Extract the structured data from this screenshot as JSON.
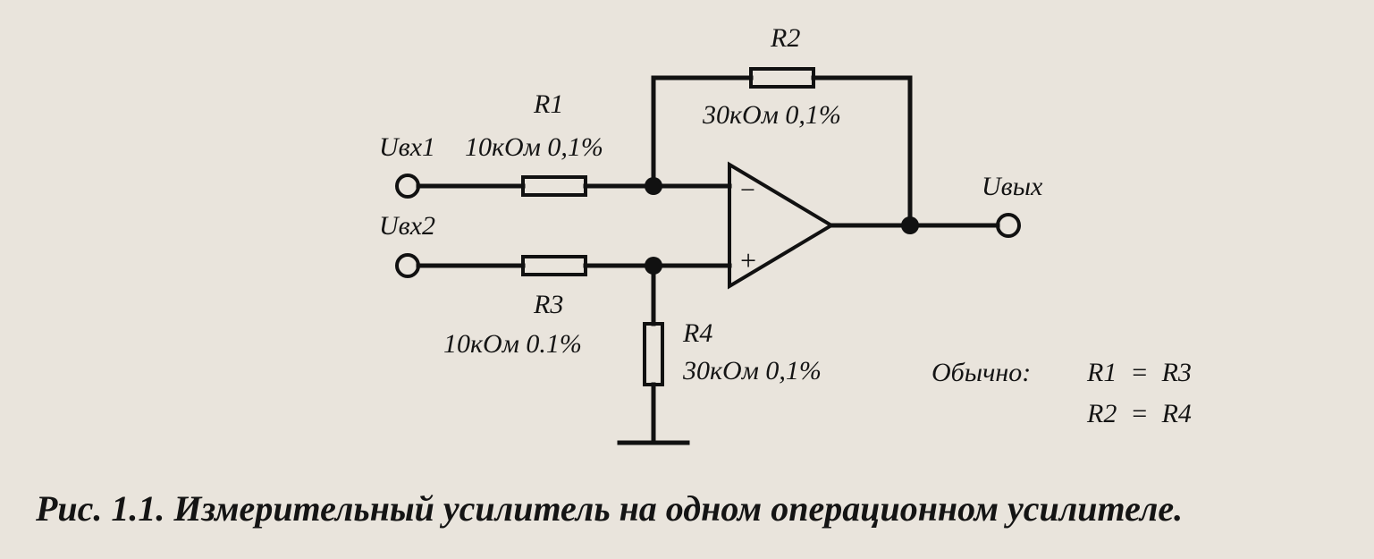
{
  "schematic": {
    "R1": {
      "name": "R1",
      "value": "10кОм 0,1%"
    },
    "R2": {
      "name": "R2",
      "value": "30кОм 0,1%"
    },
    "R3": {
      "name": "R3",
      "value": "10кОм 0.1%"
    },
    "R4": {
      "name": "R4",
      "value": "30кОм 0,1%"
    },
    "input1": "Uвх1",
    "input2": "Uвх2",
    "output": "Uвых",
    "opamp_minus": "−",
    "opamp_plus": "+"
  },
  "note": {
    "prefix": "Обычно:",
    "line1": "R1  =  R3",
    "line2": "R2  =  R4"
  },
  "caption": "Рис. 1.1. Измерительный усилитель на одном операционном усилителе."
}
